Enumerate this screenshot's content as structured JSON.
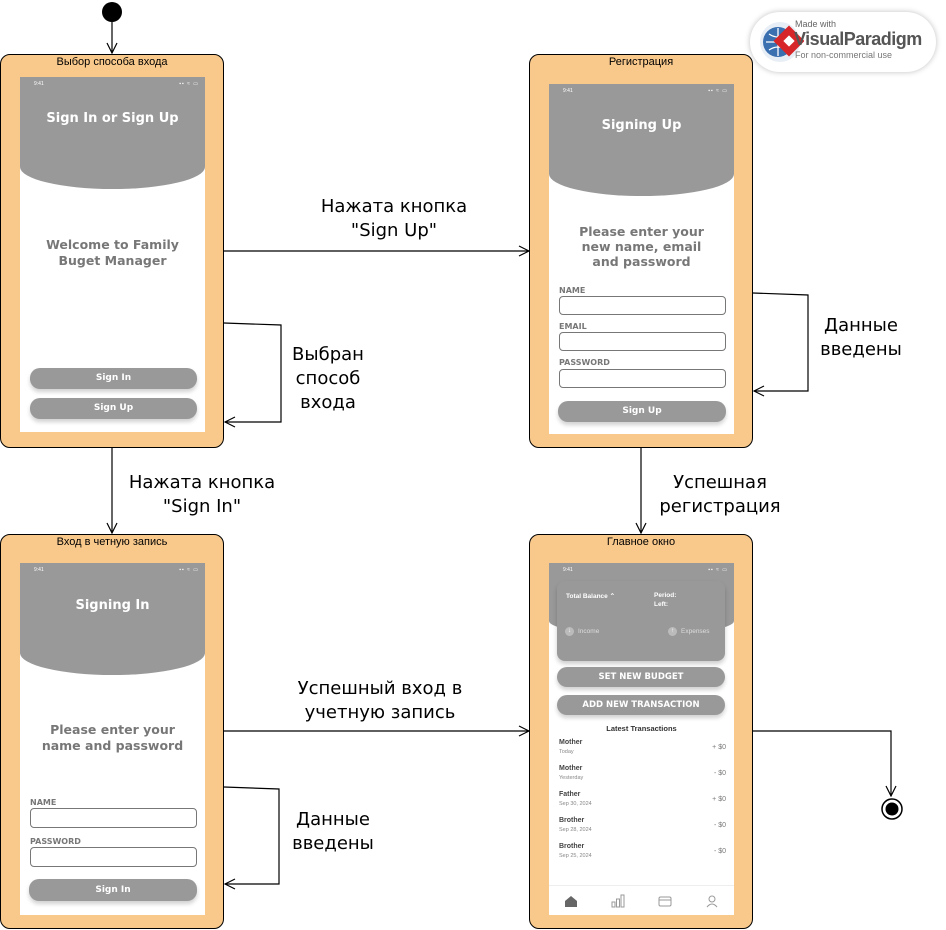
{
  "watermark": {
    "made_with": "Made with",
    "brand": "VisualParadigm",
    "note": "For non-commercial use"
  },
  "states": {
    "login_choice": {
      "title": "Выбор способа входа",
      "status_time": "9:41",
      "header": "Sign In or Sign Up",
      "welcome": [
        "Welcome to Family",
        "Buget Manager"
      ],
      "btn_sign_in": "Sign In",
      "btn_sign_up": "Sign Up"
    },
    "registration": {
      "title": "Регистрация",
      "status_time": "9:41",
      "header": "Signing Up",
      "prompt": [
        "Please enter your",
        "new name, email",
        "and password"
      ],
      "label_name": "NAME",
      "label_email": "EMAIL",
      "label_password": "PASSWORD",
      "btn_submit": "Sign Up"
    },
    "login": {
      "title": "Вход в четную запись",
      "status_time": "9:41",
      "header": "Signing In",
      "prompt": [
        "Please enter your",
        "name and password"
      ],
      "label_name": "NAME",
      "label_password": "PASSWORD",
      "btn_submit": "Sign In"
    },
    "main": {
      "title": "Главное окно",
      "status_time": "9:41",
      "total_balance": "Total Balance ⌃",
      "period": "Period:",
      "left": "Left:",
      "income": "Income",
      "expenses": "Expenses",
      "btn_budget": "SET NEW BUDGET",
      "btn_transaction": "ADD NEW TRANSACTION",
      "latest_title": "Latest Transactions",
      "transactions": [
        {
          "name": "Mother",
          "date": "Today",
          "amount": "+ $0"
        },
        {
          "name": "Mother",
          "date": "Yesterday",
          "amount": "- $0"
        },
        {
          "name": "Father",
          "date": "Sep 30, 2024",
          "amount": "+ $0"
        },
        {
          "name": "Brother",
          "date": "Sep 28, 2024",
          "amount": "- $0"
        },
        {
          "name": "Brother",
          "date": "Sep 25, 2024",
          "amount": "- $0"
        }
      ],
      "nav_icons": [
        "home-icon",
        "chart-icon",
        "wallet-icon",
        "user-icon"
      ]
    }
  },
  "transitions": {
    "to_signup": [
      "Нажата кнопка",
      "\"Sign Up\""
    ],
    "choice_self": [
      "Выбран",
      "способ",
      "входа"
    ],
    "to_signin": [
      "Нажата кнопка",
      "\"Sign In\""
    ],
    "reg_self": [
      "Данные",
      "введены"
    ],
    "reg_success": [
      "Успешная",
      "регистрация"
    ],
    "login_success": [
      "Успешный вход в",
      "учетную запись"
    ],
    "login_self": [
      "Данные",
      "введены"
    ]
  },
  "colors": {
    "state_fill": "#f9c98c",
    "phone_header": "#999999",
    "button": "#999999"
  }
}
